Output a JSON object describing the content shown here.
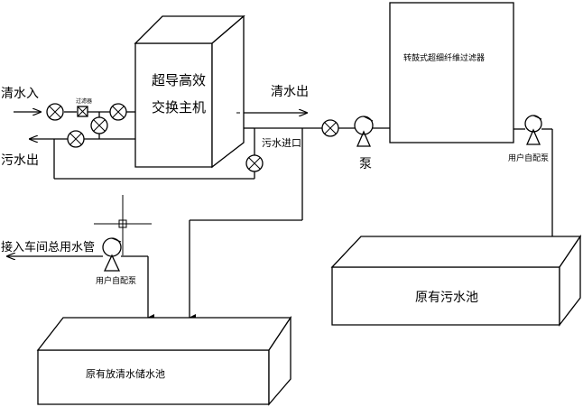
{
  "labels": {
    "clear_water_in": "清水入",
    "sewage_out": "污水出",
    "main_unit_line1": "超导高效",
    "main_unit_line2": "交换主机",
    "clear_water_out": "清水出",
    "sewage_inlet": "污水进口",
    "pump": "泵",
    "filter": "转鼓式超细纤维过滤器",
    "user_pump_right": "用户自配泵",
    "user_pump_left": "用户自配泵",
    "workshop_pipe": "接入车间总用水管",
    "sewage_pool": "原有污水池",
    "clear_pool": "原有放清水储水池",
    "filter_mark": "过滤器"
  },
  "colors": {
    "line": "#000000",
    "background": "#ffffff"
  }
}
